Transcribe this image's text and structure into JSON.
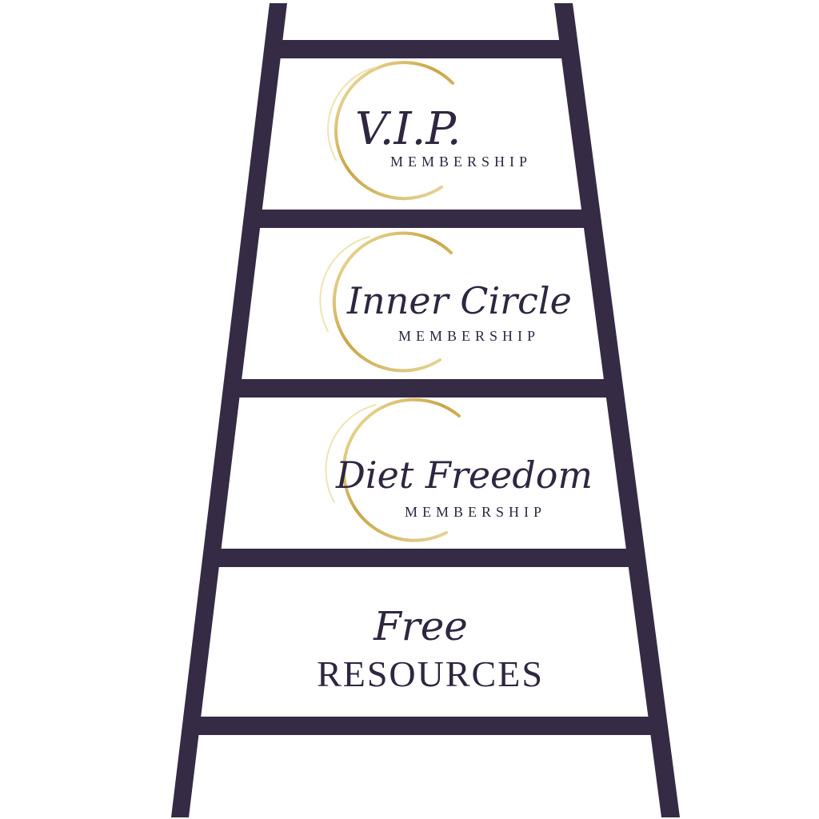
{
  "colors": {
    "ladder": "#352b45",
    "gold": "#c9a646",
    "gold_light": "#ead9a0",
    "text": "#2f2640",
    "background": "#ffffff"
  },
  "tiers": [
    {
      "id": "vip",
      "script_text": "V.I.P.",
      "subtitle": "MEMBERSHIP"
    },
    {
      "id": "inner-circle",
      "script_text": "Inner Circle",
      "subtitle": "MEMBERSHIP"
    },
    {
      "id": "diet-freedom",
      "script_text": "Diet Freedom",
      "subtitle": "MEMBERSHIP"
    },
    {
      "id": "free-resources",
      "script_text": "Free",
      "subtitle": "RESOURCES"
    }
  ]
}
